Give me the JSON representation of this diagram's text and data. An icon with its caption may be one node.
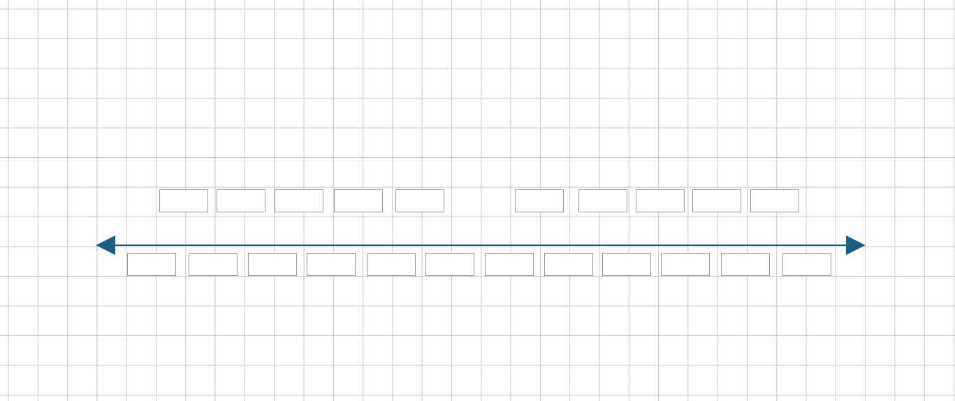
{
  "diagram": {
    "nodes": [
      {
        "text": [],
        "shape": "box"
      },
      {
        "text": [],
        "shape": "box"
      },
      {
        "text": [],
        "shape": "box"
      },
      {
        "text": [],
        "shape": "box"
      },
      {
        "text": [],
        "shape": "box"
      },
      {
        "text": [],
        "shape": "box"
      },
      {
        "text": [],
        "shape": "box"
      },
      {
        "text": [],
        "shape": "box"
      },
      {
        "text": [],
        "shape": "box"
      },
      {
        "text": [],
        "shape": "box"
      },
      {
        "text": [],
        "shape": "box"
      },
      {
        "text": [],
        "shape": "box"
      },
      {
        "text": [],
        "shape": "box"
      },
      {
        "text": [],
        "shape": "box"
      },
      {
        "text": [],
        "shape": "box"
      },
      {
        "text": [],
        "shape": "box"
      },
      {
        "text": [],
        "shape": "box"
      },
      {
        "text": [],
        "shape": "box"
      },
      {
        "text": [],
        "shape": "box"
      },
      {
        "text": [],
        "shape": "box"
      },
      {
        "text": [],
        "shape": "box"
      },
      {
        "text": [],
        "shape": "box"
      }
    ]
  }
}
